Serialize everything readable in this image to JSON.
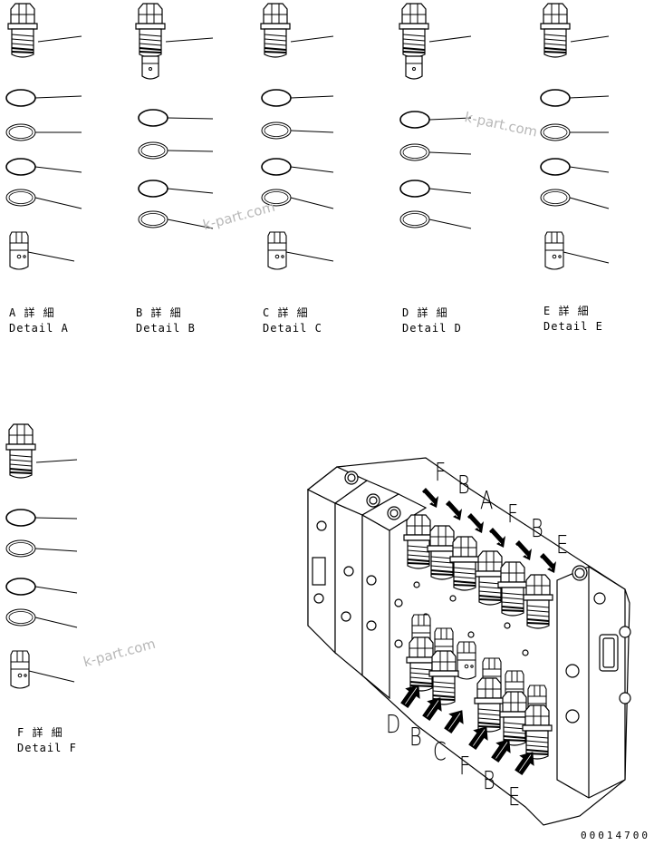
{
  "details": [
    {
      "jp": "A 詳 細",
      "en": "Detail A"
    },
    {
      "jp": "B 詳 細",
      "en": "Detail B"
    },
    {
      "jp": "C 詳 細",
      "en": "Detail C"
    },
    {
      "jp": "D 詳 細",
      "en": "Detail D"
    },
    {
      "jp": "E 詳 細",
      "en": "Detail E"
    },
    {
      "jp": "F 詳 細",
      "en": "Detail F"
    }
  ],
  "view_labels_top": [
    "F",
    "B",
    "A",
    "F",
    "B",
    "E"
  ],
  "view_labels_bottom": [
    "D",
    "B",
    "C",
    "F",
    "B",
    "E"
  ],
  "watermark": "k-part.com",
  "drawing_number": "00014700"
}
